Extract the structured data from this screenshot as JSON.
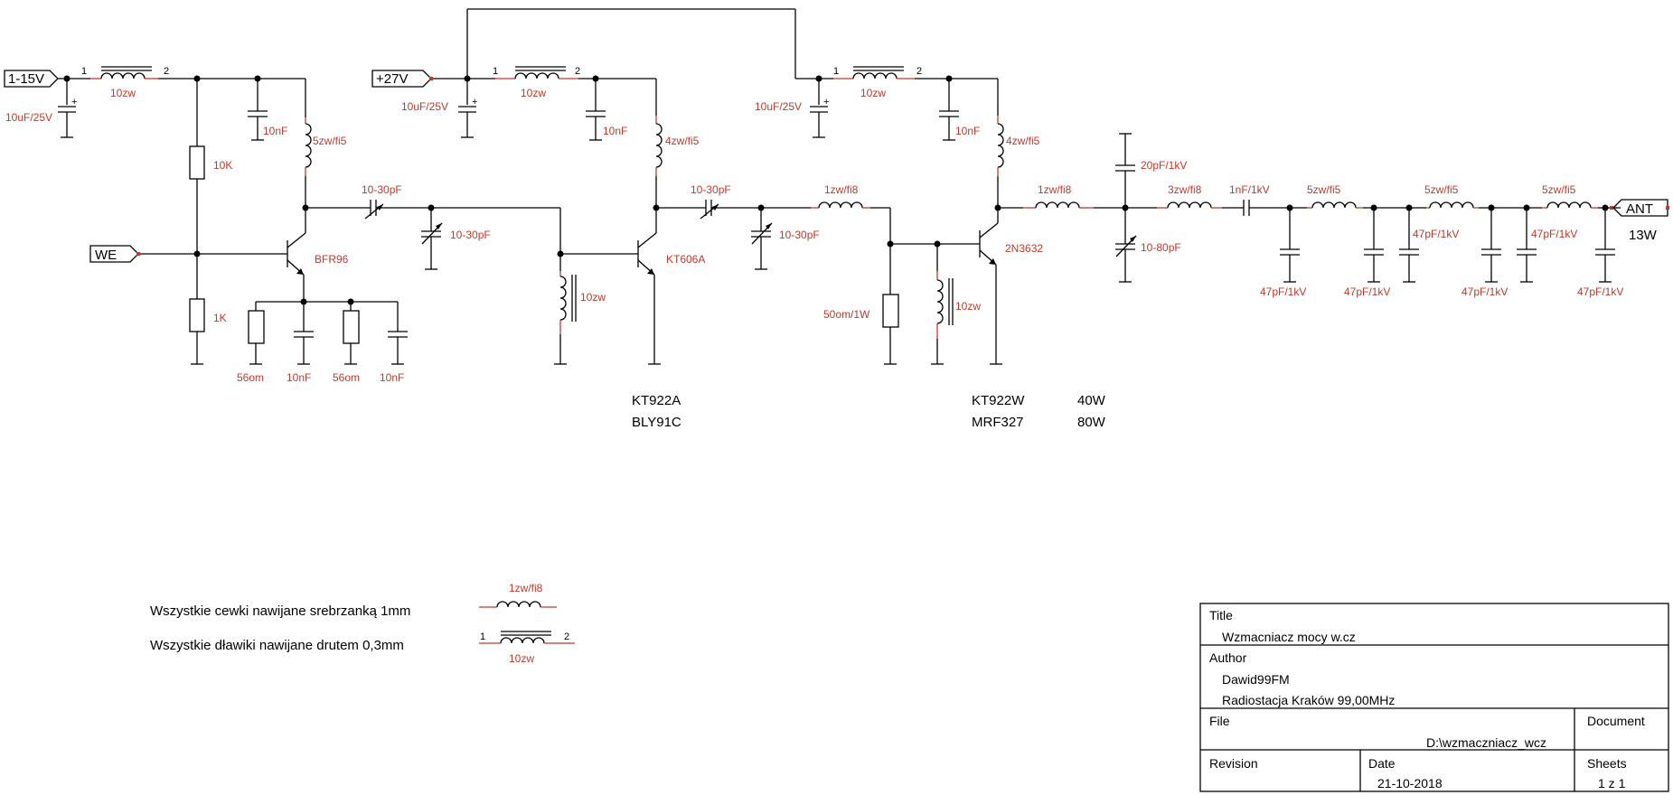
{
  "ports": {
    "p1": "1-15V",
    "p27": "+27V",
    "we": "WE",
    "ant": "ANT"
  },
  "output_power": "13W",
  "components": {
    "cap_10uf": "10uF/25V",
    "choke": "10zw",
    "pin1": "1",
    "pin2": "2",
    "c10nf": "10nF",
    "l5": "5zw/fi5",
    "l4": "4zw/fi5",
    "r10k": "10K",
    "r1k": "1K",
    "r56": "56om",
    "trim": "10-30pF",
    "bfr96": "BFR96",
    "kt606a": "KT606A",
    "n2n3632": "2N3632",
    "l10zw": "10zw",
    "l1fi8": "1zw/fi8",
    "r50": "50om/1W",
    "c20p": "20pF/1kV",
    "c1080": "10-80pF",
    "l3fi8": "3zw/fi8",
    "c1nf": "1nF/1kV",
    "c47p": "47pF/1kV"
  },
  "alt_transistors": {
    "a1": "KT922A",
    "a2": "BLY91C",
    "b1": "KT922W",
    "b1p": "40W",
    "b2": "MRF327",
    "b2p": "80W"
  },
  "notes": {
    "coils": "Wszystkie cewki nawijane srebrzanką 1mm",
    "chokes": "Wszystkie dławiki nawijane drutem 0,3mm",
    "coil_label": "1zw/fi8",
    "choke_label": "10zw",
    "p1": "1",
    "p2": "2"
  },
  "title_block": {
    "title_label": "Title",
    "title": "Wzmacniacz mocy w.cz",
    "author_label": "Author",
    "author": "Dawid99FM",
    "org": "Radiostacja Kraków 99,00MHz",
    "file_label": "File",
    "file": "D:\\wzmaczniacz_wcz",
    "document_label": "Document",
    "revision_label": "Revision",
    "date_label": "Date",
    "date": "21-10-2018",
    "sheets_label": "Sheets",
    "sheets": "1 z 1"
  }
}
